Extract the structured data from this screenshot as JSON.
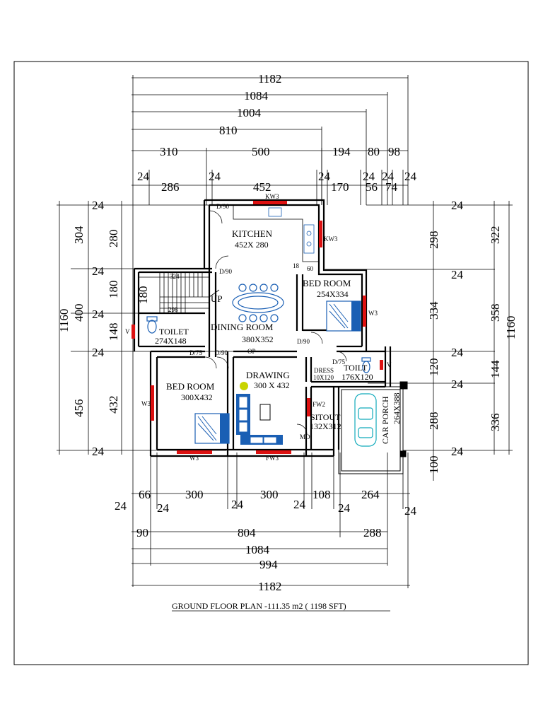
{
  "title": "GROUND FLOOR   PLAN -111.35 m2 ( 1198 SFT)",
  "rooms": {
    "kitchen": {
      "name": "KITCHEN",
      "size": "452X 280"
    },
    "bed_room_1": {
      "name": "BED ROOM",
      "size": "254X334"
    },
    "dining": {
      "name": "DINING ROOM",
      "size": "380X352"
    },
    "toilet_1": {
      "name": "TOILET",
      "size": "274X148"
    },
    "drawing": {
      "name": "DRAWING",
      "size": "300 X 432"
    },
    "bed_room_2": {
      "name": "BED ROOM",
      "size": "300X432"
    },
    "dress": {
      "name": "DRESS",
      "size": "10X120"
    },
    "toilet_2": {
      "name": "TOILT",
      "size": "176X120"
    },
    "sitout": {
      "name": "SITOUT",
      "size": "132X312"
    },
    "car_porch": {
      "name": "CAR PORCH",
      "size": "264X388"
    }
  },
  "labels": {
    "up": "UP",
    "op": "OP",
    "md": "MD",
    "kw3_top": "KW3",
    "kw3_right": "KW3",
    "w3_bed1": "W3",
    "w3_bed2": "W3",
    "w3_bottom": "W3",
    "fw3": "FW3",
    "fw2": "FW2",
    "v1": "V",
    "v2": "V",
    "d90_kitchen": "D/90",
    "d90_dining": "D/90",
    "d90_bed1": "D/90",
    "d90_drawing": "D/90",
    "d75_toilet": "D/75",
    "d75_dress": "D/75",
    "stair_324": "324",
    "stair_298": "298",
    "s18": "18",
    "s60": "60"
  },
  "dims": {
    "top": [
      "1182",
      "1084",
      "1004",
      "810",
      "310",
      "500",
      "194",
      "80",
      "98"
    ],
    "top_row": [
      "24",
      "286",
      "24",
      "452",
      "24",
      "170",
      "24",
      "56",
      "24",
      "74",
      "24"
    ],
    "left_outer": [
      "1160"
    ],
    "left_mid": [
      "304",
      "400",
      "456"
    ],
    "left_inner": [
      "24",
      "280",
      "24",
      "180",
      "24",
      "148",
      "24",
      "432",
      "24"
    ],
    "stair_180": "180",
    "right_outer": [
      "1160"
    ],
    "right_mid": [
      "322",
      "358",
      "144",
      "336"
    ],
    "right_inner": [
      "24",
      "298",
      "24",
      "334",
      "24",
      "120",
      "24",
      "288",
      "24",
      "100"
    ],
    "bottom_row": [
      "24",
      "66",
      "24",
      "300",
      "24",
      "300",
      "24",
      "108",
      "24",
      "264",
      "24"
    ],
    "bottom": [
      "90",
      "804",
      "288",
      "1084",
      "994",
      "1182"
    ]
  }
}
